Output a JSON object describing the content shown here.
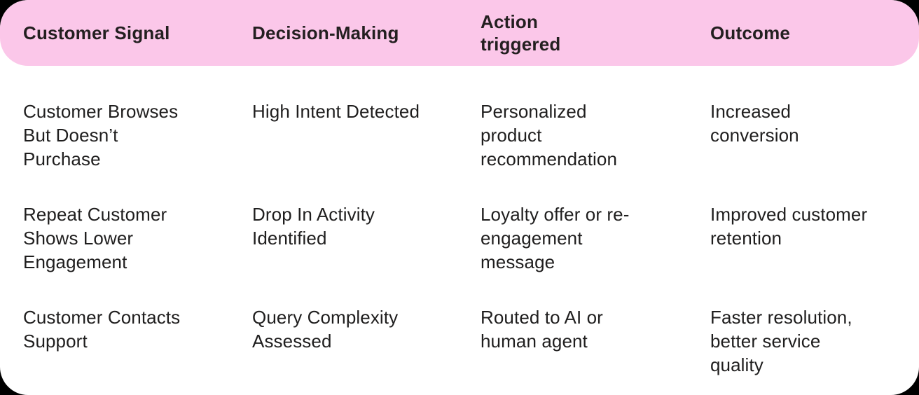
{
  "colors": {
    "header_bg": "#fbc7e9",
    "card_bg": "#ffffff",
    "page_bg": "#000000",
    "text": "#1f1e1e"
  },
  "table": {
    "headers": [
      "Customer Signal",
      "Decision-Making",
      "Action\ntriggered",
      "Outcome"
    ],
    "rows": [
      [
        "Customer Browses\nBut Doesn’t\nPurchase",
        "High Intent Detected",
        "Personalized\nproduct\nrecommendation",
        "Increased\nconversion"
      ],
      [
        "Repeat Customer\nShows Lower\nEngagement",
        "Drop In Activity\nIdentified",
        "Loyalty offer or re-\nengagement\nmessage",
        "Improved customer\nretention"
      ],
      [
        "Customer Contacts\nSupport",
        "Query Complexity\nAssessed",
        "Routed to AI or\nhuman agent",
        "Faster resolution,\nbetter service\nquality"
      ]
    ]
  },
  "chart_data": {
    "type": "table",
    "title": "",
    "columns": [
      "Customer Signal",
      "Decision-Making",
      "Action triggered",
      "Outcome"
    ],
    "rows": [
      [
        "Customer Browses But Doesn’t Purchase",
        "High Intent Detected",
        "Personalized product recommendation",
        "Increased conversion"
      ],
      [
        "Repeat Customer Shows Lower Engagement",
        "Drop In Activity Identified",
        "Loyalty offer or re-engagement message",
        "Improved customer retention"
      ],
      [
        "Customer Contacts Support",
        "Query Complexity Assessed",
        "Routed to AI or human agent",
        "Faster resolution, better service quality"
      ]
    ],
    "layout_hints": {
      "header_style": "pink pill banner, bold dark text",
      "body_style": "white background, plain dark text, no gridlines",
      "corner_radius_px": 40
    }
  }
}
